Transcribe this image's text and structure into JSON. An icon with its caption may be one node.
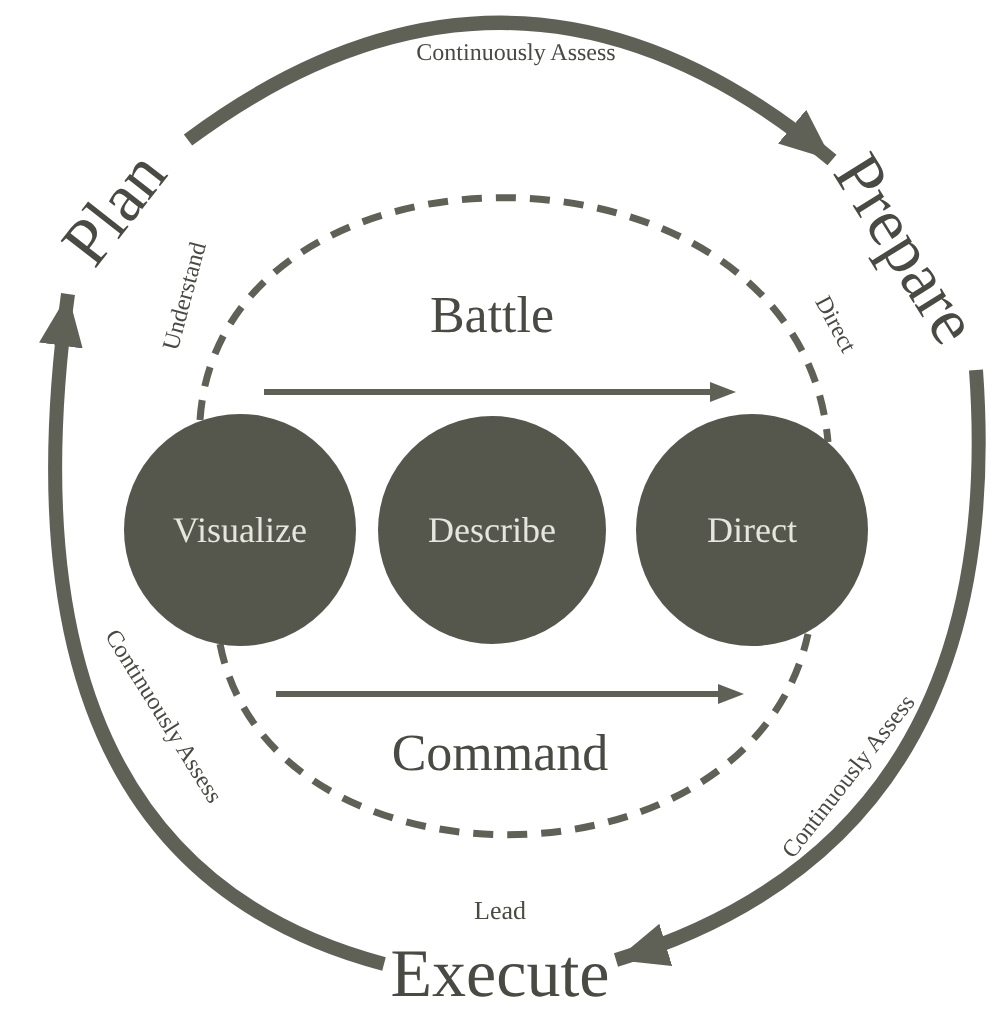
{
  "diagram": {
    "nodes": [
      {
        "text": [
          "Plan"
        ]
      },
      {
        "text": [
          "Prepare"
        ]
      },
      {
        "text": [
          "Execute"
        ]
      },
      {
        "text": [
          "Visualize"
        ]
      },
      {
        "text": [
          "Describe"
        ]
      },
      {
        "text": [
          "Direct"
        ]
      }
    ],
    "edges": [
      {
        "from": 0,
        "to": 1,
        "arrow": "to",
        "label": "Continuously Assess"
      },
      {
        "from": 1,
        "to": 2,
        "arrow": "to",
        "label": "Continuously Assess"
      },
      {
        "from": 2,
        "to": 0,
        "arrow": "to",
        "label": "Continuously Assess"
      },
      {
        "from": 3,
        "to": 5,
        "arrow": "none",
        "style": "dashed"
      },
      {
        "from": 3,
        "to": 5,
        "arrow": "none",
        "style": "dashed"
      }
    ],
    "labels": [
      "Understand",
      "Battle",
      "Direct",
      "Command",
      "Lead"
    ]
  }
}
